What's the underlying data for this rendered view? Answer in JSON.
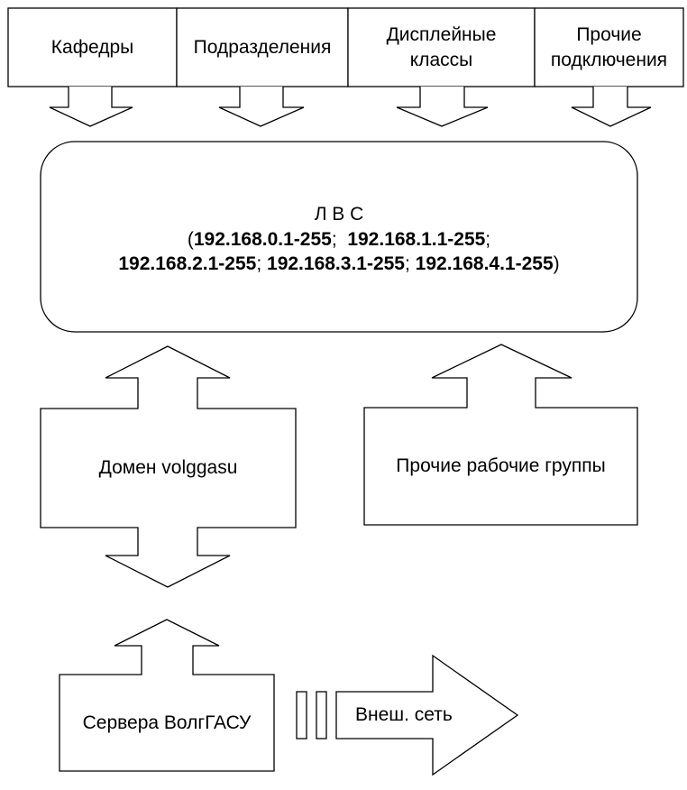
{
  "top_boxes": [
    {
      "lines": [
        "Кафедры"
      ]
    },
    {
      "lines": [
        "Подразделения"
      ]
    },
    {
      "lines": [
        "Дисплейные",
        "классы"
      ]
    },
    {
      "lines": [
        "Прочие",
        "подключения"
      ]
    }
  ],
  "lan": {
    "title": "Л В С",
    "line2_open": "(",
    "line2_a": "192.168.0.1-255",
    "line2_sep": ";  ",
    "line2_b": "192.168.1.1-255",
    "line2_end": ";",
    "line3_a": "192.168.2.1-255",
    "line3_sep1": "; ",
    "line3_b": "192.168.3.1-255",
    "line3_sep2": "; ",
    "line3_c": "192.168.4.1-255",
    "line3_close": ")"
  },
  "domain_label": "Домен volggasu",
  "workgroups_label": "Прочие рабочие группы",
  "servers_label": "Сервера ВолгГАСУ",
  "external_label": "Внеш. сеть"
}
